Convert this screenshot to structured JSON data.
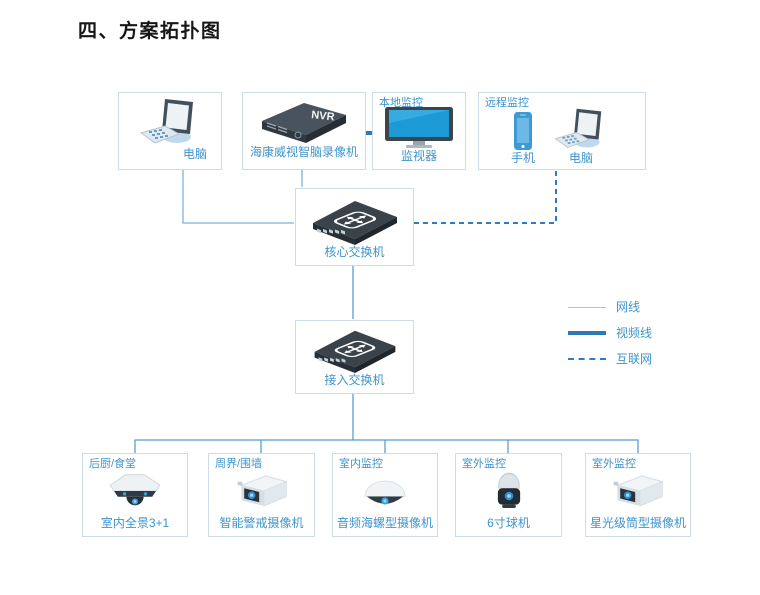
{
  "title": "四、方案拓扑图",
  "colors": {
    "label_blue": "#3f94cb",
    "line_thin": "#7fb0da",
    "line_medium": "#5b9bd5",
    "line_thick_video": "#2e77b8",
    "line_dashed_internet": "#2e7cc3",
    "box_border": "#ccdde9",
    "title_color": "#161616",
    "screen_blue": "#1b9ad6"
  },
  "top_row": {
    "pc": {
      "label": "电脑",
      "icon": "desktop-computer-icon"
    },
    "nvr": {
      "badge": "NVR",
      "label": "海康威视智脑录像机",
      "icon": "nvr-recorder-icon"
    },
    "local": {
      "header": "本地监控",
      "label": "监视器",
      "icon": "tv-monitor-icon"
    },
    "remote": {
      "header": "远程监控",
      "phone_label": "手机",
      "pc_label": "电脑",
      "phone_icon": "smartphone-icon",
      "pc_icon": "desktop-computer-icon"
    }
  },
  "switches": {
    "core": {
      "label": "核心交换机",
      "icon": "network-switch-icon"
    },
    "access": {
      "label": "接入交换机",
      "icon": "network-switch-icon"
    }
  },
  "cameras": [
    {
      "header": "后厨/食堂",
      "label": "室内全景3+1",
      "icon": "panoramic-camera-icon"
    },
    {
      "header": "周界/围墙",
      "label": "智能警戒摄像机",
      "icon": "bullet-camera-icon"
    },
    {
      "header": "室内监控",
      "label": "音频海螺型摄像机",
      "icon": "dome-camera-icon"
    },
    {
      "header": "室外监控",
      "label": "6寸球机",
      "icon": "ptz-ball-camera-icon"
    },
    {
      "header": "室外监控",
      "label": "星光级筒型摄像机",
      "icon": "bullet-camera-icon"
    }
  ],
  "legend": {
    "items": [
      {
        "label": "网线",
        "style": "thin"
      },
      {
        "label": "视频线",
        "style": "thick"
      },
      {
        "label": "互联网",
        "style": "dashed"
      }
    ]
  }
}
